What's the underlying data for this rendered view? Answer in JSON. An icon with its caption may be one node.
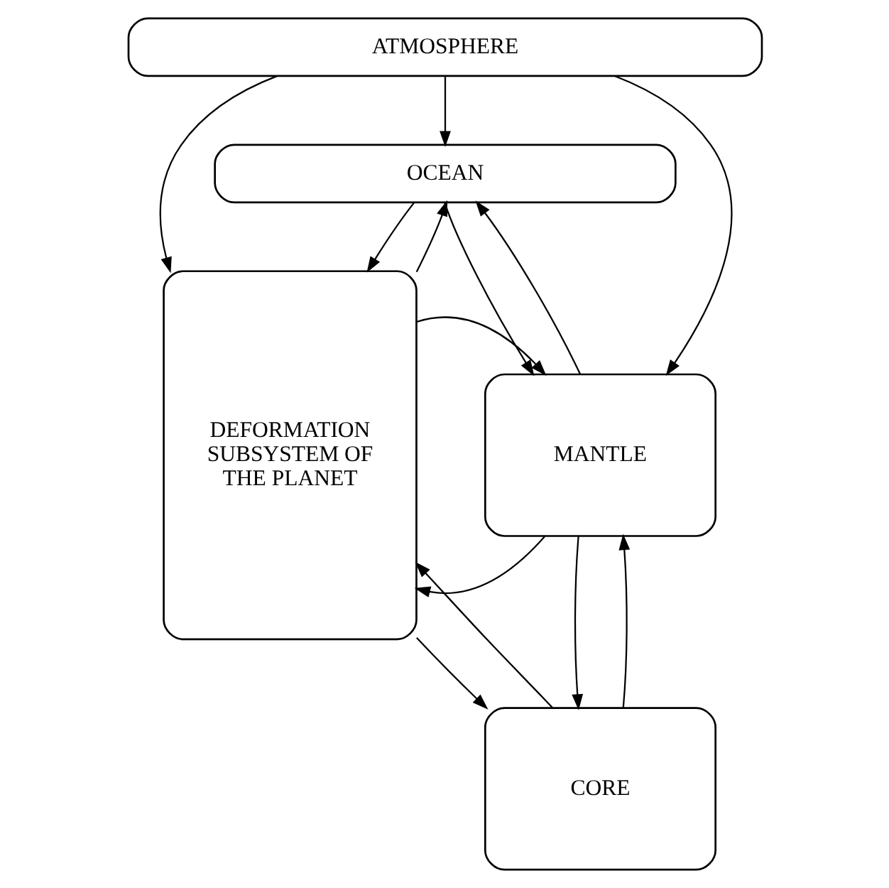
{
  "diagram": {
    "nodes": [
      {
        "text": [
          "ATMOSPHERE"
        ]
      },
      {
        "text": [
          "OCEAN"
        ]
      },
      {
        "text": [
          "DEFORMATION SUBSYSTEM OF THE PLANET"
        ]
      },
      {
        "text": [
          "MANTLE"
        ]
      },
      {
        "text": [
          "CORE"
        ]
      }
    ],
    "edges": [
      {
        "from": 0,
        "to": 2,
        "arrow": "to"
      },
      {
        "from": 0,
        "to": 1,
        "arrow": "to"
      },
      {
        "from": 0,
        "to": 3,
        "arrow": "to"
      },
      {
        "from": 1,
        "to": 2,
        "arrow": "to"
      },
      {
        "from": 2,
        "to": 1,
        "arrow": "to"
      },
      {
        "from": 3,
        "to": 1,
        "arrow": "to"
      },
      {
        "from": 1,
        "to": 3,
        "arrow": "to"
      },
      {
        "from": 3,
        "to": 2,
        "arrow": "to"
      },
      {
        "from": 2,
        "to": 3,
        "arrow": "to"
      },
      {
        "from": 4,
        "to": 3,
        "arrow": "to"
      },
      {
        "from": 3,
        "to": 4,
        "arrow": "to"
      },
      {
        "from": 4,
        "to": 2,
        "arrow": "to"
      },
      {
        "from": 2,
        "to": 4,
        "arrow": "to"
      }
    ]
  }
}
